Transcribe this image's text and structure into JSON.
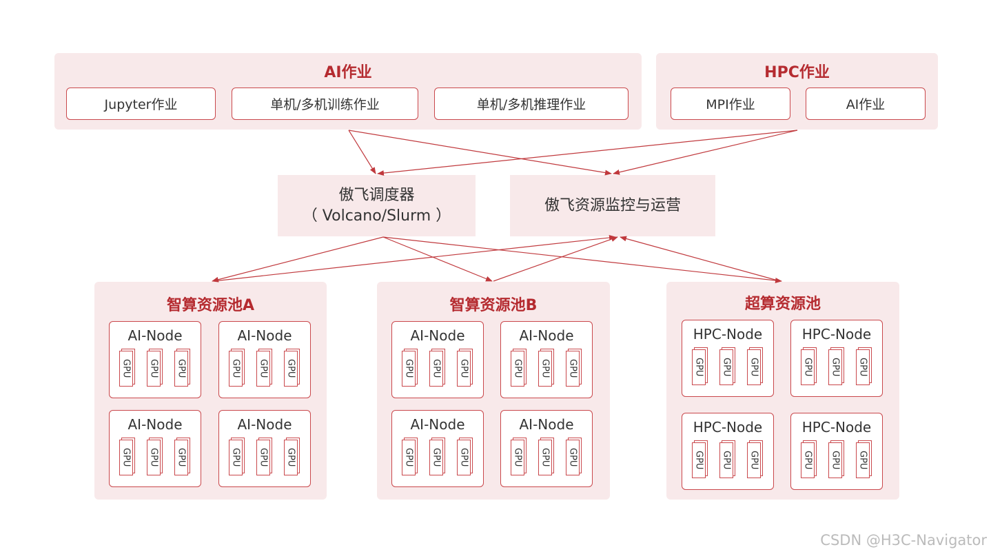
{
  "ai_jobs": {
    "title": "AI作业",
    "items": [
      "Jupyter作业",
      "单机/多机训练作业",
      "单机/多机推理作业"
    ]
  },
  "hpc_jobs": {
    "title": "HPC作业",
    "items": [
      "MPI作业",
      "AI作业"
    ]
  },
  "scheduler": {
    "line1": "傲飞调度器",
    "line2": "（ Volcano/Slurm ）"
  },
  "monitor": {
    "label": "傲飞资源监控与运营"
  },
  "pools": [
    {
      "title": "智算资源池A",
      "node_label": "AI-Node",
      "gpu_label": "GPU"
    },
    {
      "title": "智算资源池B",
      "node_label": "AI-Node",
      "gpu_label": "GPU"
    },
    {
      "title": "超算资源池",
      "node_label": "HPC-Node",
      "gpu_label": "GPU"
    }
  ],
  "watermark": "CSDN @H3C-Navigator",
  "colors": {
    "accent": "#b52b30",
    "border": "#c9474b",
    "panel_bg": "#f8e9ea"
  }
}
